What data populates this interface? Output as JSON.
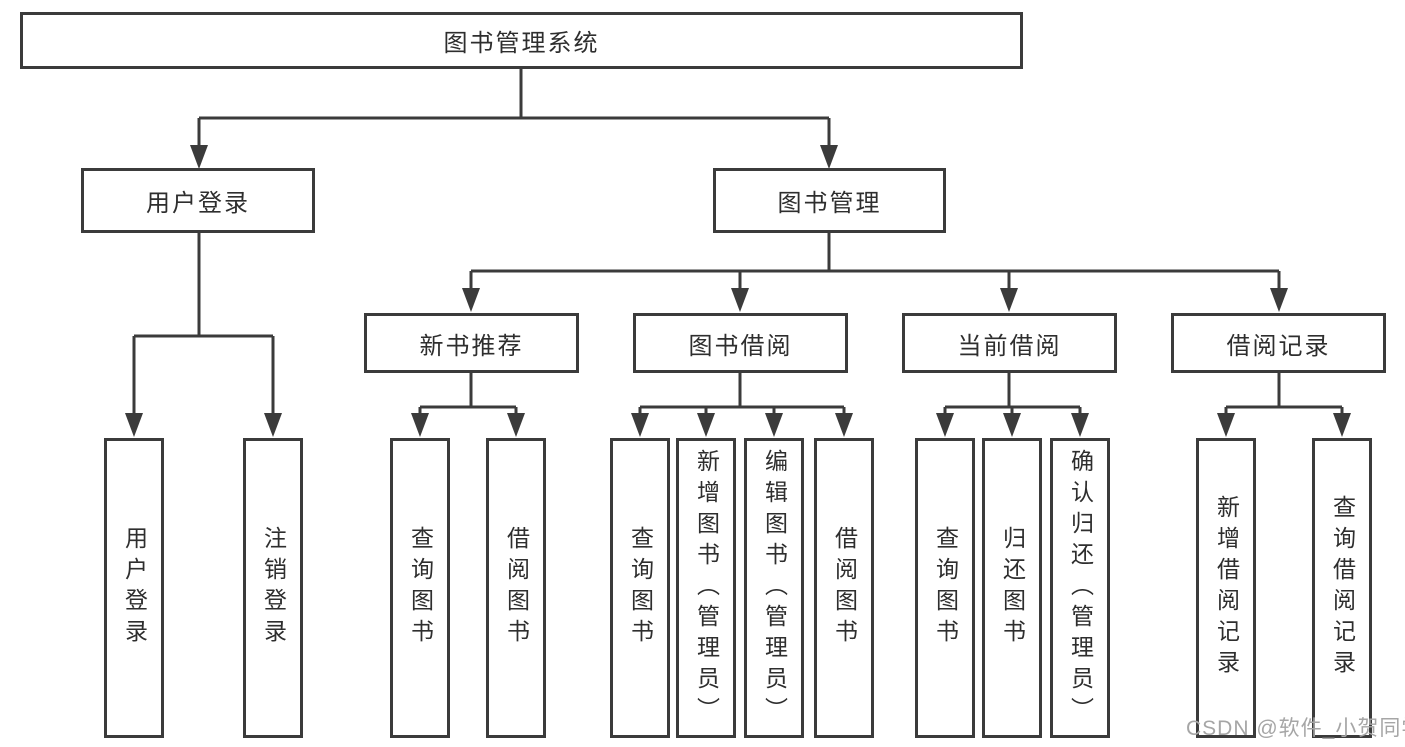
{
  "root": {
    "label": "图书管理系统"
  },
  "branches": {
    "user_login": {
      "label": "用户登录",
      "children": [
        {
          "label": "用户登录"
        },
        {
          "label": "注销登录"
        }
      ]
    },
    "book_management": {
      "label": "图书管理",
      "groups": [
        {
          "label": "新书推荐",
          "children": [
            {
              "label": "查询图书"
            },
            {
              "label": "借阅图书"
            }
          ]
        },
        {
          "label": "图书借阅",
          "children": [
            {
              "label": "查询图书"
            },
            {
              "label": "新增图书（管理员）"
            },
            {
              "label": "编辑图书（管理员）"
            },
            {
              "label": "借阅图书"
            }
          ]
        },
        {
          "label": "当前借阅",
          "children": [
            {
              "label": "查询图书"
            },
            {
              "label": "归还图书"
            },
            {
              "label": "确认归还（管理员）"
            }
          ]
        },
        {
          "label": "借阅记录",
          "children": [
            {
              "label": "新增借阅记录"
            },
            {
              "label": "查询借阅记录"
            }
          ]
        }
      ]
    }
  },
  "watermark": "CSDN @软件_小贺同学",
  "colors": {
    "line": "#3b3b3b",
    "text": "#2e2e2e",
    "background": "#ffffff",
    "watermark": "#a6a6a6"
  }
}
